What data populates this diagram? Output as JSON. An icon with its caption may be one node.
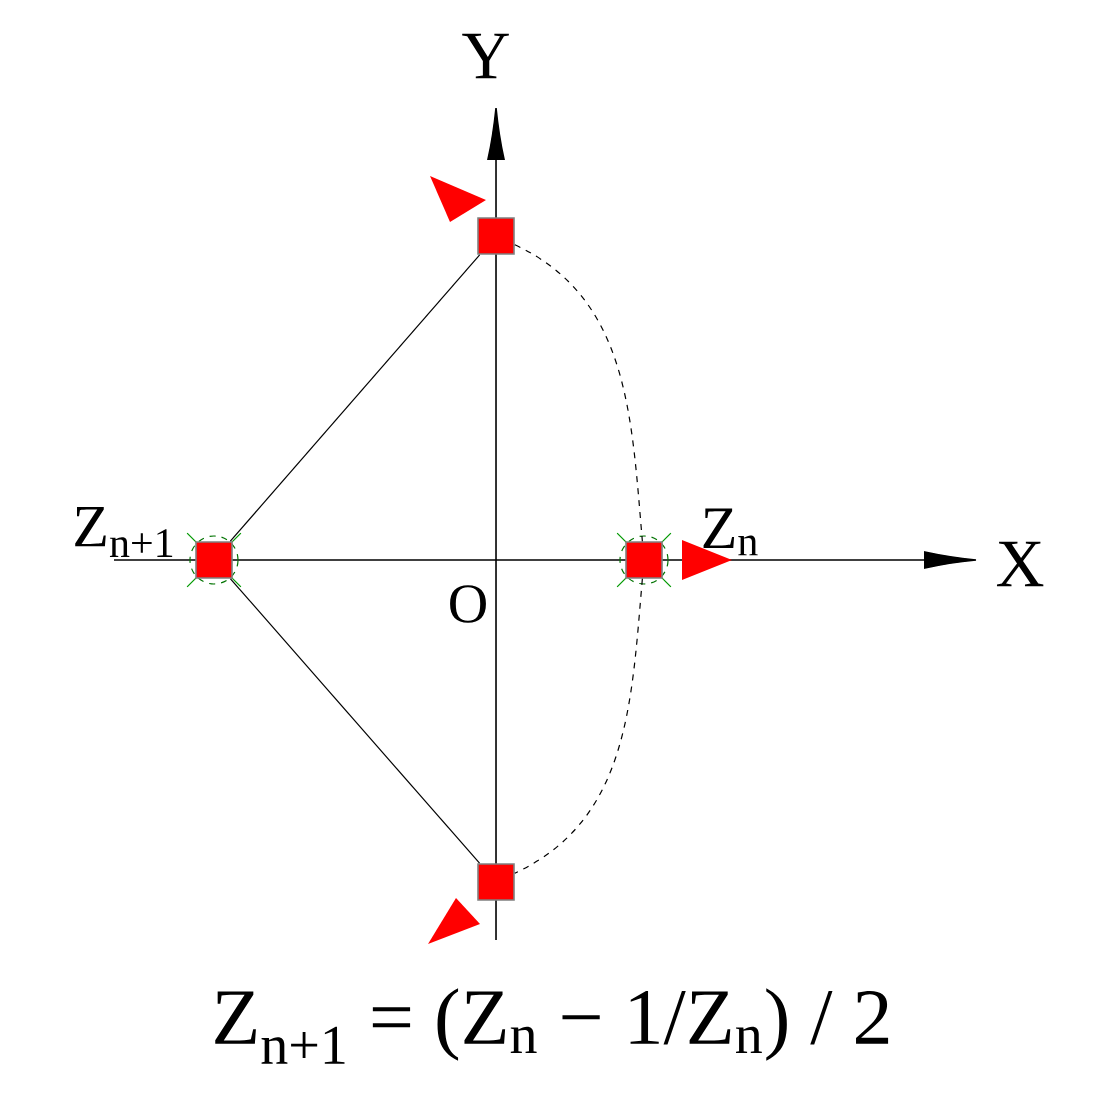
{
  "diagram": {
    "caption": "Z$_{n+1}$ = (Z$_{n}$ − 1/Z$_{n}$) / 2",
    "nodes": [
      {
        "text": [],
        "shape": "box"
      },
      {
        "text": [],
        "shape": "box",
        "beside": [
          "Z$_{n+1}$"
        ]
      },
      {
        "text": [],
        "shape": "box",
        "beside": [
          "Z$_{n}$"
        ]
      },
      {
        "text": [],
        "shape": "box"
      }
    ],
    "edges": [
      {
        "from": 1,
        "to": 0,
        "arrow": "none"
      },
      {
        "from": 1,
        "to": 3,
        "arrow": "none"
      },
      {
        "from": 0,
        "to": 2,
        "arrow": "none",
        "style": "dashed"
      },
      {
        "from": 2,
        "to": 3,
        "arrow": "none",
        "style": "dashed"
      }
    ],
    "labels": [
      "Y",
      "X",
      "O"
    ]
  }
}
